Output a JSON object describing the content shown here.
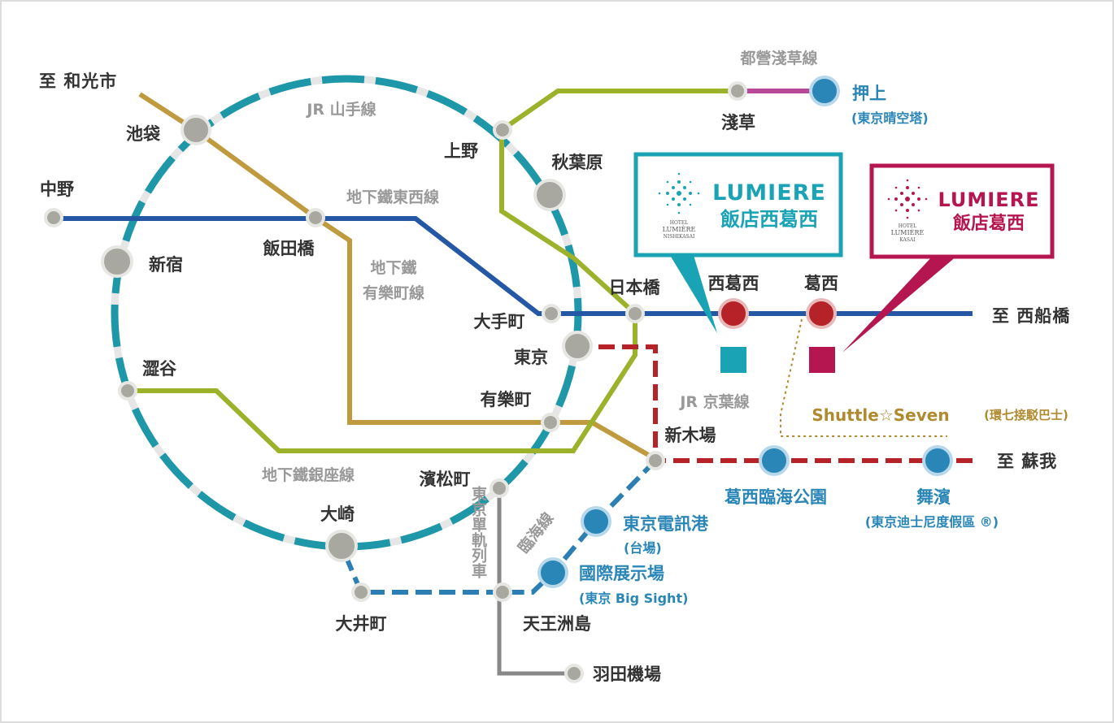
{
  "lines": {
    "jr_yamanote": "JR 山手線",
    "tozai": "地下鐵東西線",
    "yurakucho_1": "地下鐵",
    "yurakucho_2": "有樂町線",
    "ginza": "地下鐵銀座線",
    "asakusa": "都營淺草線",
    "keiyo": "JR 京葉線",
    "rinkai": "臨海線",
    "monorail": "東京單軌列車",
    "shuttle": "Shuttle☆Seven",
    "shuttle_sub": "(環七接駁巴士)"
  },
  "destinations": {
    "wakoshi": "至 和光市",
    "nishifunabashi": "至 西船橋",
    "soga": "至 蘇我"
  },
  "stations": {
    "ikebukuro": "池袋",
    "nakano": "中野",
    "iidabashi": "飯田橋",
    "shinjuku": "新宿",
    "shibuya": "澀谷",
    "osaki": "大崎",
    "oimachi": "大井町",
    "hamamatsucho": "濱松町",
    "tennozu": "天王洲島",
    "haneda": "羽田機場",
    "ueno": "上野",
    "akihabara": "秋葉原",
    "asakusa": "淺草",
    "oshiage": "押上",
    "oshiage_sub": "(東京晴空塔)",
    "nihonbashi": "日本橋",
    "otemachi": "大手町",
    "tokyo": "東京",
    "yurakucho": "有樂町",
    "shinkiba": "新木場",
    "nishikasai": "西葛西",
    "kasai": "葛西",
    "kasai_rinkai": "葛西臨海公園",
    "maihama": "舞濱",
    "maihama_sub": "(東京迪士尼度假區 ®)",
    "tokyo_teleport": "東京電訊港",
    "tokyo_teleport_sub": "(台場)",
    "kokusai_tenjijo": "國際展示場",
    "kokusai_tenjijo_sub": "(東京 Big Sight)"
  },
  "hotels": {
    "nishikasai": {
      "logo_small_1": "HOTEL",
      "logo_small_2": "LUMIÈRE",
      "logo_small_3": "NISHIKASAI",
      "name": "LUMIERE",
      "sub": "飯店西葛西",
      "color": "#1aa3b5"
    },
    "kasai": {
      "logo_small_1": "HOTEL",
      "logo_small_2": "LUMIÈRE",
      "logo_small_3": "KASAI",
      "name": "LUMIERE",
      "sub": "飯店葛西",
      "color": "#b5164f"
    }
  },
  "colors": {
    "yamanote": "#1e97a8",
    "tozai": "#2457a4",
    "yurakucho": "#c09a3e",
    "ginza_green": "#9bb22a",
    "asakusa": "#b64a98",
    "keiyo": "#b52328",
    "rinkai": "#2b7fb4",
    "monorail": "#888888",
    "shuttle": "#b08a2e"
  }
}
